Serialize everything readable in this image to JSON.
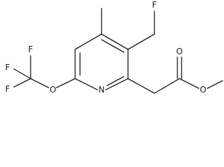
{
  "diagram": {
    "type": "chemical-structure",
    "background_color": "#ffffff",
    "line_color": "#1a1a1a",
    "atoms": {
      "fluoromethyl_f": "F",
      "cf3_f_top": "F",
      "cf3_f_left": "F",
      "cf3_f_bottom": "F",
      "ether_o": "O",
      "ring_n": "N",
      "carbonyl_o": "O",
      "ester_o": "O"
    }
  }
}
